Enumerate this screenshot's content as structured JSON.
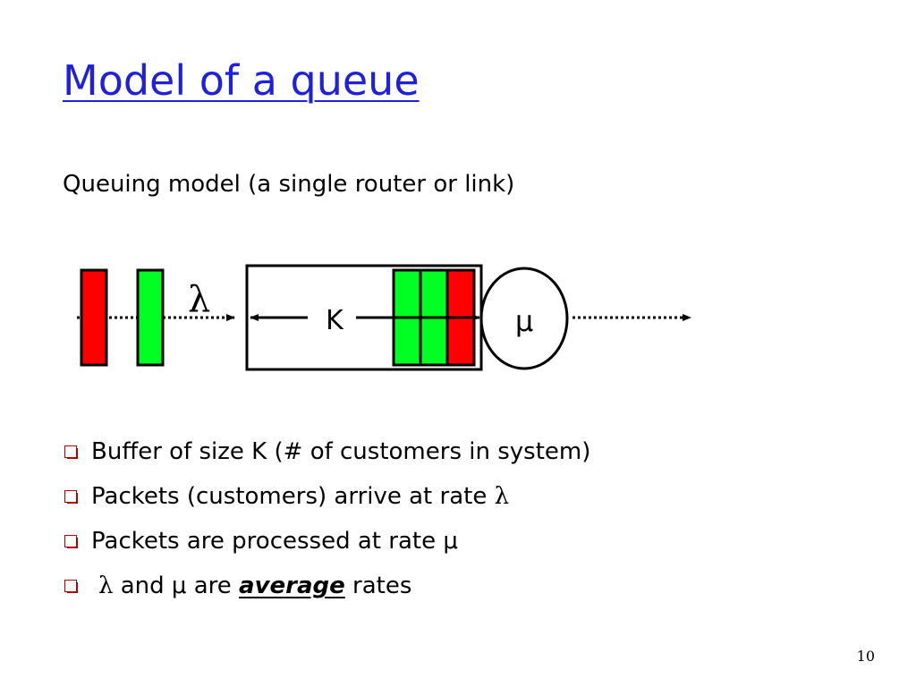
{
  "slide": {
    "title": "Model of a queue",
    "subtitle": "Queuing model (a single router or link)",
    "page_number": "10"
  },
  "diagram": {
    "arrival_rate_label": "λ",
    "buffer_size_label": "K",
    "service_rate_label": "μ",
    "colors": {
      "packet_red": "#ff0000",
      "packet_green": "#00ff22",
      "outline": "#000000"
    }
  },
  "bullets": [
    {
      "text": "Buffer of size K (# of customers in system)"
    },
    {
      "text": "Packets (customers) arrive at rate ",
      "symbol": "λ"
    },
    {
      "text": "Packets are processed at rate μ"
    },
    {
      "lead_symbol": "λ",
      "pre": " and μ are ",
      "emphasis": "average",
      "post": " rates"
    }
  ],
  "colors": {
    "title": "#1f1fe0",
    "bullet_marker": "#b00000"
  }
}
